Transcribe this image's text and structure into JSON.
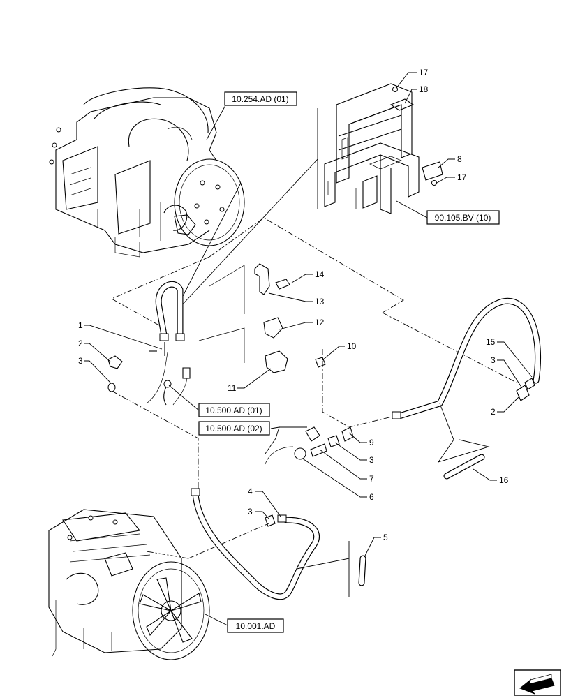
{
  "references": [
    {
      "id": "ref-10-254-ad-01",
      "label": "10.254.AD (01)"
    },
    {
      "id": "ref-90-105-bv-10",
      "label": "90.105.BV (10)"
    },
    {
      "id": "ref-10-500-ad-01",
      "label": "10.500.AD (01)"
    },
    {
      "id": "ref-10-500-ad-02",
      "label": "10.500.AD (02)"
    },
    {
      "id": "ref-10-001-ad",
      "label": "10.001.AD"
    }
  ],
  "callouts": [
    {
      "label": "17"
    },
    {
      "label": "18"
    },
    {
      "label": "8"
    },
    {
      "label": "17"
    },
    {
      "label": "14"
    },
    {
      "label": "13"
    },
    {
      "label": "12"
    },
    {
      "label": "11"
    },
    {
      "label": "1"
    },
    {
      "label": "2"
    },
    {
      "label": "3"
    },
    {
      "label": "10"
    },
    {
      "label": "15"
    },
    {
      "label": "3"
    },
    {
      "label": "2"
    },
    {
      "label": "9"
    },
    {
      "label": "3"
    },
    {
      "label": "7"
    },
    {
      "label": "6"
    },
    {
      "label": "16"
    },
    {
      "label": "4"
    },
    {
      "label": "3"
    },
    {
      "label": "5"
    }
  ],
  "nav_icon": "next-page-arrow-icon"
}
